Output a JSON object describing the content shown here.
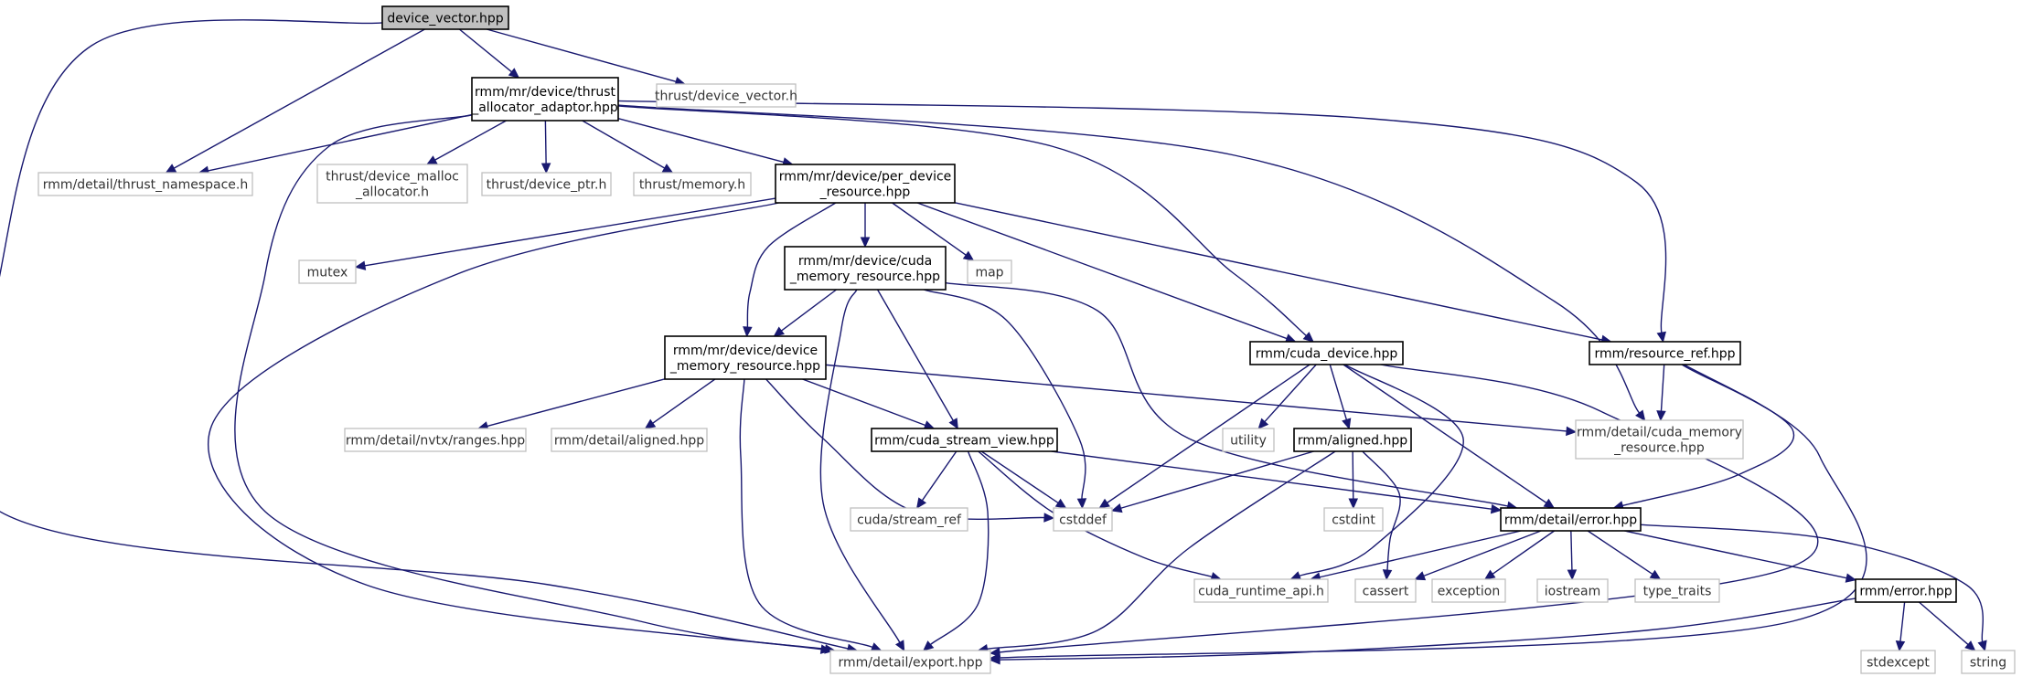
{
  "nodes": {
    "device_vector": {
      "lines": [
        "device_vector.hpp"
      ],
      "style": "root"
    },
    "thrust_alloc": {
      "lines": [
        "rmm/mr/device/thrust",
        "_allocator_adaptor.hpp"
      ],
      "style": "solid"
    },
    "thrust_device_vector": {
      "lines": [
        "thrust/device_vector.h"
      ],
      "style": "gray"
    },
    "thrust_namespace": {
      "lines": [
        "rmm/detail/thrust_namespace.h"
      ],
      "style": "gray"
    },
    "device_malloc_allocator": {
      "lines": [
        "thrust/device_malloc",
        "_allocator.h"
      ],
      "style": "gray"
    },
    "device_ptr": {
      "lines": [
        "thrust/device_ptr.h"
      ],
      "style": "gray"
    },
    "thrust_memory": {
      "lines": [
        "thrust/memory.h"
      ],
      "style": "gray"
    },
    "per_device_resource": {
      "lines": [
        "rmm/mr/device/per_device",
        "_resource.hpp"
      ],
      "style": "solid"
    },
    "mutex": {
      "lines": [
        "mutex"
      ],
      "style": "gray"
    },
    "cuda_memory_resource": {
      "lines": [
        "rmm/mr/device/cuda",
        "_memory_resource.hpp"
      ],
      "style": "solid"
    },
    "map": {
      "lines": [
        "map"
      ],
      "style": "gray"
    },
    "device_memory_resource": {
      "lines": [
        "rmm/mr/device/device",
        "_memory_resource.hpp"
      ],
      "style": "solid"
    },
    "cuda_device": {
      "lines": [
        "rmm/cuda_device.hpp"
      ],
      "style": "solid"
    },
    "resource_ref": {
      "lines": [
        "rmm/resource_ref.hpp"
      ],
      "style": "solid"
    },
    "nvtx_ranges": {
      "lines": [
        "rmm/detail/nvtx/ranges.hpp"
      ],
      "style": "gray"
    },
    "detail_aligned": {
      "lines": [
        "rmm/detail/aligned.hpp"
      ],
      "style": "gray"
    },
    "cuda_stream_view": {
      "lines": [
        "rmm/cuda_stream_view.hpp"
      ],
      "style": "solid"
    },
    "utility": {
      "lines": [
        "utility"
      ],
      "style": "gray"
    },
    "rmm_aligned": {
      "lines": [
        "rmm/aligned.hpp"
      ],
      "style": "solid"
    },
    "detail_cuda_memory_resource": {
      "lines": [
        "rmm/detail/cuda_memory",
        "_resource.hpp"
      ],
      "style": "gray"
    },
    "cuda_stream_ref": {
      "lines": [
        "cuda/stream_ref"
      ],
      "style": "gray"
    },
    "cstddef": {
      "lines": [
        "cstddef"
      ],
      "style": "gray"
    },
    "cstdint": {
      "lines": [
        "cstdint"
      ],
      "style": "gray"
    },
    "detail_error": {
      "lines": [
        "rmm/detail/error.hpp"
      ],
      "style": "solid"
    },
    "cuda_runtime_api": {
      "lines": [
        "cuda_runtime_api.h"
      ],
      "style": "gray"
    },
    "cassert": {
      "lines": [
        "cassert"
      ],
      "style": "gray"
    },
    "exception": {
      "lines": [
        "exception"
      ],
      "style": "gray"
    },
    "iostream": {
      "lines": [
        "iostream"
      ],
      "style": "gray"
    },
    "type_traits": {
      "lines": [
        "type_traits"
      ],
      "style": "gray"
    },
    "rmm_error": {
      "lines": [
        "rmm/error.hpp"
      ],
      "style": "solid"
    },
    "stdexcept": {
      "lines": [
        "stdexcept"
      ],
      "style": "gray"
    },
    "string": {
      "lines": [
        "string"
      ],
      "style": "gray"
    },
    "detail_export": {
      "lines": [
        "rmm/detail/export.hpp"
      ],
      "style": "gray"
    }
  },
  "edges": [
    [
      "device_vector",
      "thrust_alloc"
    ],
    [
      "device_vector",
      "thrust_device_vector"
    ],
    [
      "device_vector",
      "thrust_namespace"
    ],
    [
      "device_vector",
      "detail_export"
    ],
    [
      "thrust_alloc",
      "thrust_namespace"
    ],
    [
      "thrust_alloc",
      "device_malloc_allocator"
    ],
    [
      "thrust_alloc",
      "device_ptr"
    ],
    [
      "thrust_alloc",
      "thrust_memory"
    ],
    [
      "thrust_alloc",
      "per_device_resource"
    ],
    [
      "thrust_alloc",
      "cuda_device"
    ],
    [
      "thrust_alloc",
      "resource_ref"
    ],
    [
      "thrust_alloc",
      "detail_cuda_memory_resource"
    ],
    [
      "thrust_alloc",
      "detail_export"
    ],
    [
      "per_device_resource",
      "mutex"
    ],
    [
      "per_device_resource",
      "cuda_memory_resource"
    ],
    [
      "per_device_resource",
      "map"
    ],
    [
      "per_device_resource",
      "device_memory_resource"
    ],
    [
      "per_device_resource",
      "cuda_device"
    ],
    [
      "per_device_resource",
      "resource_ref"
    ],
    [
      "per_device_resource",
      "detail_export"
    ],
    [
      "cuda_memory_resource",
      "device_memory_resource"
    ],
    [
      "cuda_memory_resource",
      "cuda_stream_view"
    ],
    [
      "cuda_memory_resource",
      "cstddef"
    ],
    [
      "cuda_memory_resource",
      "detail_error"
    ],
    [
      "cuda_memory_resource",
      "detail_export"
    ],
    [
      "device_memory_resource",
      "nvtx_ranges"
    ],
    [
      "device_memory_resource",
      "detail_aligned"
    ],
    [
      "device_memory_resource",
      "cuda_stream_view"
    ],
    [
      "device_memory_resource",
      "cstddef"
    ],
    [
      "device_memory_resource",
      "detail_cuda_memory_resource"
    ],
    [
      "device_memory_resource",
      "detail_export"
    ],
    [
      "cuda_device",
      "utility"
    ],
    [
      "cuda_device",
      "rmm_aligned"
    ],
    [
      "cuda_device",
      "cstddef"
    ],
    [
      "cuda_device",
      "detail_error"
    ],
    [
      "cuda_device",
      "cuda_runtime_api"
    ],
    [
      "cuda_device",
      "detail_export"
    ],
    [
      "resource_ref",
      "detail_cuda_memory_resource"
    ],
    [
      "resource_ref",
      "detail_error"
    ],
    [
      "resource_ref",
      "detail_export"
    ],
    [
      "cuda_stream_view",
      "cuda_stream_ref"
    ],
    [
      "cuda_stream_view",
      "cstddef"
    ],
    [
      "cuda_stream_view",
      "detail_error"
    ],
    [
      "cuda_stream_view",
      "cuda_runtime_api"
    ],
    [
      "cuda_stream_view",
      "detail_export"
    ],
    [
      "rmm_aligned",
      "cstddef"
    ],
    [
      "rmm_aligned",
      "cstdint"
    ],
    [
      "rmm_aligned",
      "cassert"
    ],
    [
      "rmm_aligned",
      "detail_export"
    ],
    [
      "detail_error",
      "cuda_runtime_api"
    ],
    [
      "detail_error",
      "cassert"
    ],
    [
      "detail_error",
      "exception"
    ],
    [
      "detail_error",
      "iostream"
    ],
    [
      "detail_error",
      "type_traits"
    ],
    [
      "detail_error",
      "rmm_error"
    ],
    [
      "detail_error",
      "string"
    ],
    [
      "rmm_error",
      "stdexcept"
    ],
    [
      "rmm_error",
      "string"
    ],
    [
      "rmm_error",
      "detail_export"
    ]
  ]
}
